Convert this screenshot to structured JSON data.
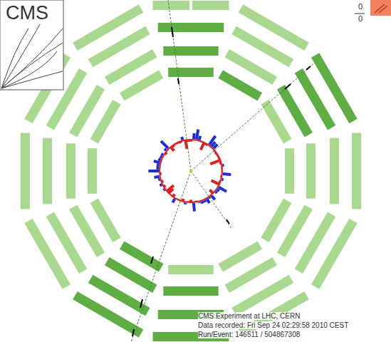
{
  "diagram": {
    "nodes": [
      {
        "text": [
          "CMS"
        ]
      }
    ],
    "edges": [],
    "labels": [
      "0",
      "0",
      "CMS Experiment at LHC, CERN",
      "Data recorded: Fri Sep 24 02:29:58 2010 CEST",
      "Run/Event: 146511 / 504867308"
    ]
  }
}
